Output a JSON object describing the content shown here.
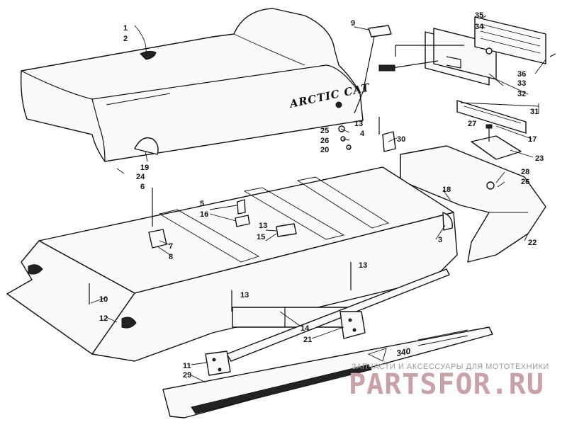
{
  "diagram": {
    "brand_text": "ARCTIC CAT",
    "model_text": "340",
    "callouts": [
      {
        "id": "c1",
        "text": "1"
      },
      {
        "id": "c2",
        "text": "2"
      },
      {
        "id": "c3",
        "text": "3"
      },
      {
        "id": "c4",
        "text": "4"
      },
      {
        "id": "c5",
        "text": "5"
      },
      {
        "id": "c6",
        "text": "6"
      },
      {
        "id": "c7",
        "text": "7"
      },
      {
        "id": "c8",
        "text": "8"
      },
      {
        "id": "c9",
        "text": "9"
      },
      {
        "id": "c10",
        "text": "10"
      },
      {
        "id": "c11",
        "text": "11"
      },
      {
        "id": "c12",
        "text": "12"
      },
      {
        "id": "c13a",
        "text": "13"
      },
      {
        "id": "c13b",
        "text": "13"
      },
      {
        "id": "c13c",
        "text": "13"
      },
      {
        "id": "c13d",
        "text": "13"
      },
      {
        "id": "c14",
        "text": "14"
      },
      {
        "id": "c15",
        "text": "15"
      },
      {
        "id": "c16",
        "text": "16"
      },
      {
        "id": "c17",
        "text": "17"
      },
      {
        "id": "c18",
        "text": "18"
      },
      {
        "id": "c19",
        "text": "19"
      },
      {
        "id": "c20",
        "text": "20"
      },
      {
        "id": "c21",
        "text": "21"
      },
      {
        "id": "c22",
        "text": "22"
      },
      {
        "id": "c23",
        "text": "23"
      },
      {
        "id": "c24",
        "text": "24"
      },
      {
        "id": "c25",
        "text": "25"
      },
      {
        "id": "c26a",
        "text": "26"
      },
      {
        "id": "c26b",
        "text": "26"
      },
      {
        "id": "c27",
        "text": "27"
      },
      {
        "id": "c28",
        "text": "28"
      },
      {
        "id": "c29",
        "text": "29"
      },
      {
        "id": "c30",
        "text": "30"
      },
      {
        "id": "c31",
        "text": "31"
      },
      {
        "id": "c32",
        "text": "32"
      },
      {
        "id": "c33",
        "text": "33"
      },
      {
        "id": "c34",
        "text": "34"
      },
      {
        "id": "c35",
        "text": "35"
      },
      {
        "id": "c36",
        "text": "36"
      }
    ]
  },
  "watermark": {
    "caption": "ЗАПЧАСТИ И АКСЕССУАРЫ ДЛЯ МОТОТЕХНИКИ",
    "logo": "PARTSFOR.RU"
  }
}
